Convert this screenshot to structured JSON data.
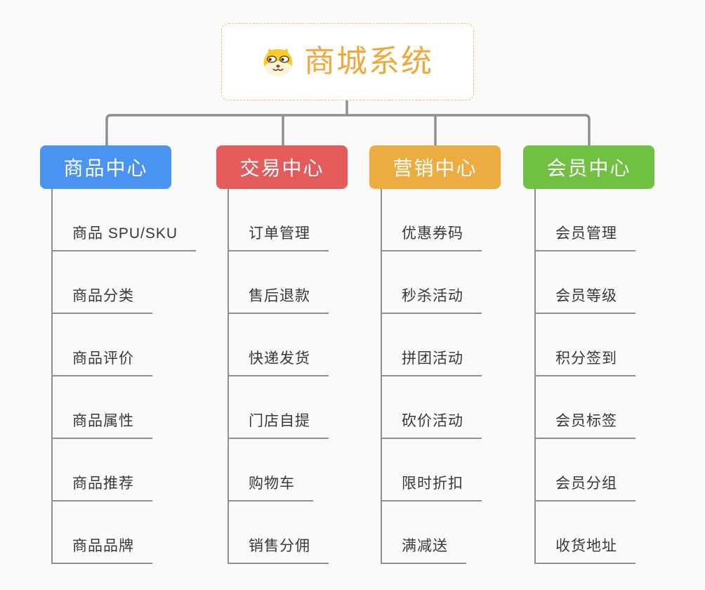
{
  "root": {
    "title": "商城系统",
    "icon": "dog-mascot-icon"
  },
  "branches": [
    {
      "id": "product-center",
      "label": "商品中心",
      "color": "#4B93F0",
      "items": [
        "商品 SPU/SKU",
        "商品分类",
        "商品评价",
        "商品属性",
        "商品推荐",
        "商品品牌"
      ]
    },
    {
      "id": "trade-center",
      "label": "交易中心",
      "color": "#E45B5B",
      "items": [
        "订单管理",
        "售后退款",
        "快递发货",
        "门店自提",
        "购物车",
        "销售分佣"
      ]
    },
    {
      "id": "marketing-center",
      "label": "营销中心",
      "color": "#EDAC40",
      "items": [
        "优惠券码",
        "秒杀活动",
        "拼团活动",
        "砍价活动",
        "限时折扣",
        "满减送"
      ]
    },
    {
      "id": "member-center",
      "label": "会员中心",
      "color": "#70C142",
      "items": [
        "会员管理",
        "会员等级",
        "积分签到",
        "会员标签",
        "会员分组",
        "收货地址"
      ]
    }
  ],
  "colors": {
    "background": "#FAFAFA",
    "connector": "#8F8F8F",
    "root_title": "#F0A83C",
    "root_border": "#F2BE68",
    "item_text": "#383838",
    "item_underline": "#909090",
    "branch_label_text": "#FFFFFF"
  }
}
